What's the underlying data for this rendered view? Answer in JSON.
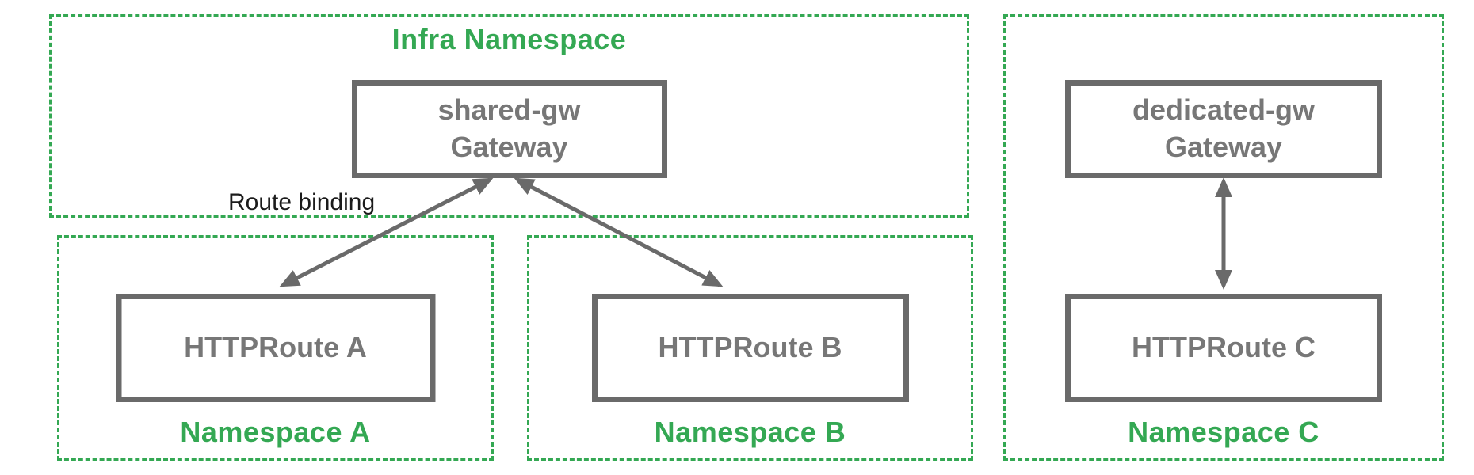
{
  "colors": {
    "green": "#34A853",
    "gray_border": "#6a6a6a",
    "gray_text": "#777777",
    "arrow": "#6a6a6a",
    "label_text": "#1b1b1b",
    "background": "#ffffff"
  },
  "namespaces": {
    "infra": {
      "label": "Infra Namespace",
      "gateway": {
        "line1": "shared-gw",
        "line2": "Gateway"
      }
    },
    "a": {
      "label": "Namespace A",
      "route": "HTTPRoute A"
    },
    "b": {
      "label": "Namespace B",
      "route": "HTTPRoute B"
    },
    "c": {
      "label": "Namespace C",
      "gateway": {
        "line1": "dedicated-gw",
        "line2": "Gateway"
      },
      "route": "HTTPRoute C"
    }
  },
  "edges": {
    "route_binding_label": "Route binding",
    "arrows": [
      {
        "name": "shared-gw to HTTPRoute A",
        "style": "double-headed"
      },
      {
        "name": "shared-gw to HTTPRoute B",
        "style": "double-headed"
      },
      {
        "name": "dedicated-gw to HTTPRoute C",
        "style": "double-headed"
      }
    ]
  }
}
